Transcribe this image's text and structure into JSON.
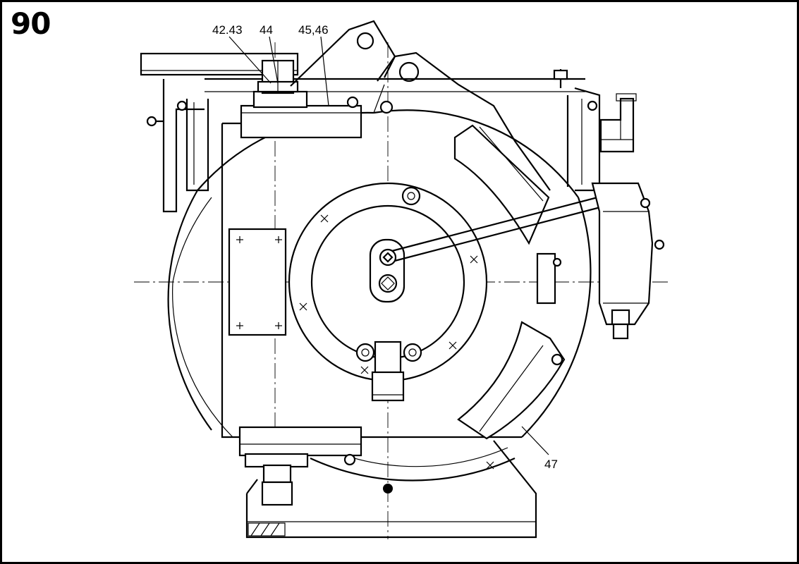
{
  "figure": {
    "number": "90",
    "callouts": [
      {
        "id": "c-42-43",
        "text": "42.43"
      },
      {
        "id": "c-44",
        "text": "44"
      },
      {
        "id": "c-45-46",
        "text": "45,46"
      },
      {
        "id": "c-47",
        "text": "47"
      }
    ]
  }
}
